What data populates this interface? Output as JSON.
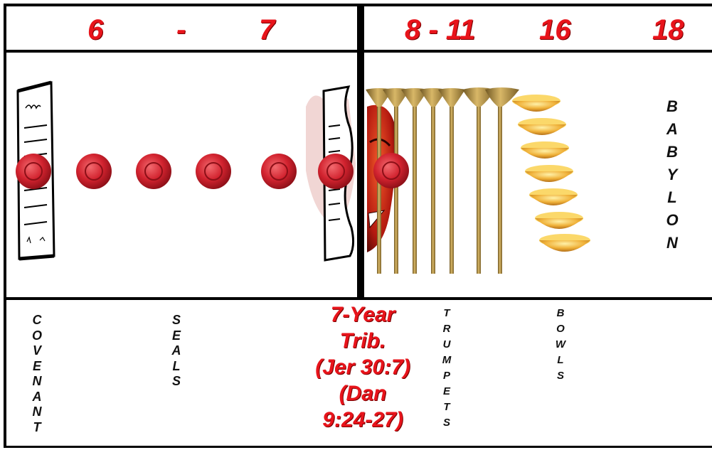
{
  "header": {
    "n6": "6",
    "dash": "-",
    "n7": "7",
    "n8_11": "8 - 11",
    "n16": "16",
    "n18": "18"
  },
  "babylon": [
    "B",
    "A",
    "B",
    "Y",
    "L",
    "O",
    "N"
  ],
  "labels": {
    "covenant": [
      "C",
      "O",
      "V",
      "E",
      "N",
      "A",
      "N",
      "T"
    ],
    "seals": [
      "S",
      "E",
      "A",
      "L",
      "S"
    ],
    "trumpets": [
      "T",
      "R",
      "U",
      "M",
      "P",
      "E",
      "T",
      "S"
    ],
    "bowls": [
      "B",
      "O",
      "W",
      "L",
      "S"
    ]
  },
  "tribulation": [
    "7-Year",
    "Trib.",
    "(Jer 30:7)",
    "(Dan",
    "9:24-27)"
  ],
  "colors": {
    "accent_red": "#e8141b",
    "seal_red": "#d2232f",
    "gold": "#e8a92e",
    "brass": "#b8913a"
  }
}
